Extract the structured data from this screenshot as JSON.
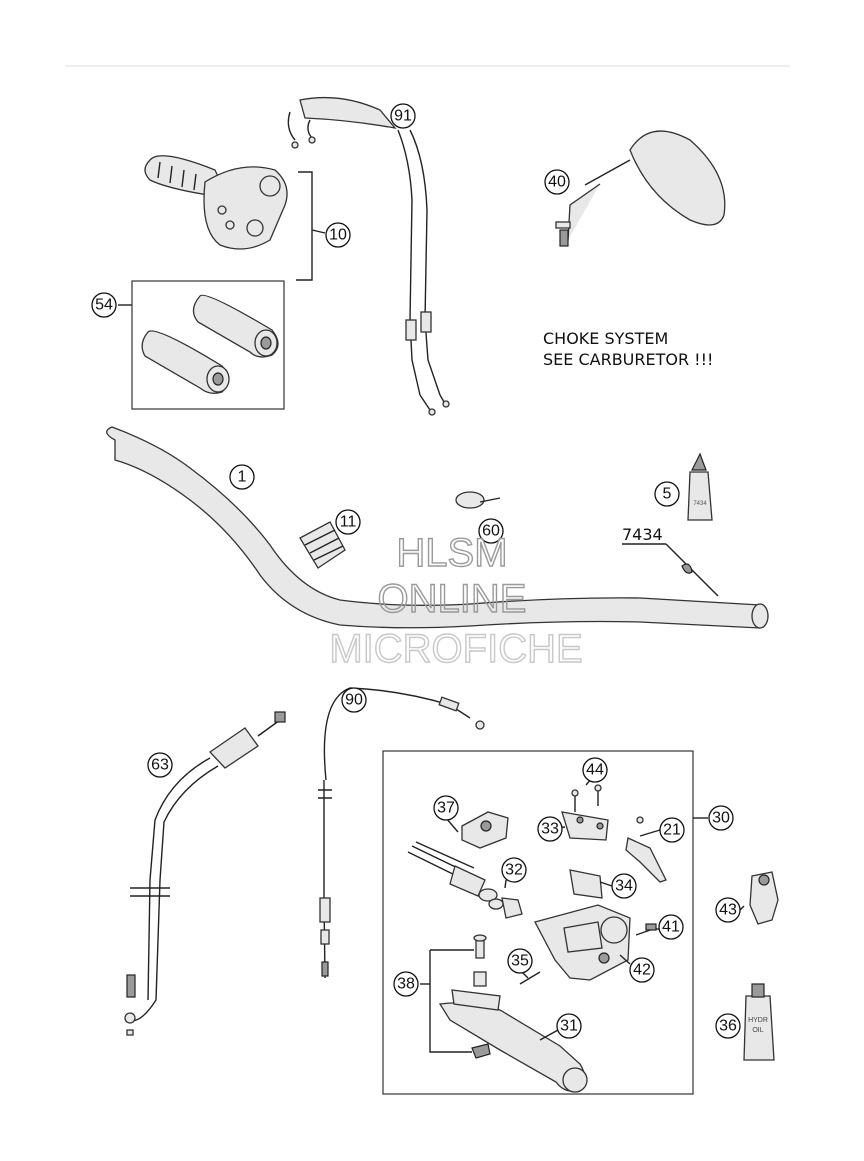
{
  "callouts": {
    "c91": "91",
    "c40": "40",
    "c10": "10",
    "c54": "54",
    "c1": "1",
    "c5": "5",
    "c11": "11",
    "c60": "60",
    "c90": "90",
    "c63": "63",
    "c44": "44",
    "c37": "37",
    "c33": "33",
    "c21": "21",
    "c30": "30",
    "c32": "32",
    "c34": "34",
    "c43": "43",
    "c41": "41",
    "c35": "35",
    "c42": "42",
    "c38": "38",
    "c31": "31",
    "c36": "36"
  },
  "note_7434": "7434",
  "choke_line1": "CHOKE SYSTEM",
  "choke_line2": "SEE CARBURETOR !!!",
  "watermark": {
    "line1": "HLSM",
    "line2": "ONLINE",
    "line3": "MICROFICHE"
  },
  "bottle_label1": "HYDR",
  "bottle_label2": "OIL",
  "grease_label": "7434"
}
